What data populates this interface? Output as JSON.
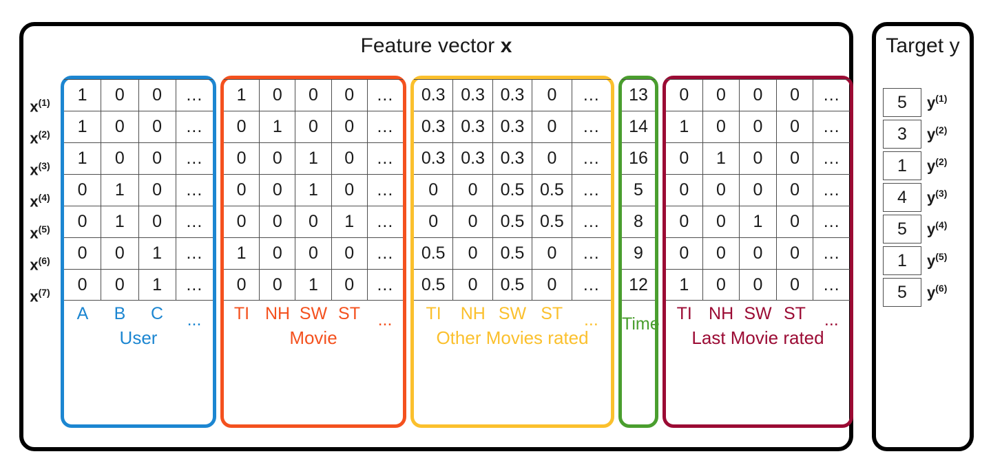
{
  "feature_panel": {
    "title_prefix": "Feature vector ",
    "title_symbol": "x"
  },
  "target_panel": {
    "title": "Target y"
  },
  "row_labels": [
    {
      "base": "x",
      "sup": "(1)"
    },
    {
      "base": "x",
      "sup": "(2)"
    },
    {
      "base": "x",
      "sup": "(3)"
    },
    {
      "base": "x",
      "sup": "(4)"
    },
    {
      "base": "x",
      "sup": "(5)"
    },
    {
      "base": "x",
      "sup": "(6)"
    },
    {
      "base": "x",
      "sup": "(7)"
    }
  ],
  "groups": [
    {
      "id": "user",
      "name": "User",
      "color": "#1c86d1",
      "codes": [
        "A",
        "B",
        "C",
        "..."
      ],
      "rows": [
        [
          "1",
          "0",
          "0",
          "..."
        ],
        [
          "1",
          "0",
          "0",
          "..."
        ],
        [
          "1",
          "0",
          "0",
          "..."
        ],
        [
          "0",
          "1",
          "0",
          "..."
        ],
        [
          "0",
          "1",
          "0",
          "..."
        ],
        [
          "0",
          "0",
          "1",
          "..."
        ],
        [
          "0",
          "0",
          "1",
          "..."
        ]
      ]
    },
    {
      "id": "movie",
      "name": "Movie",
      "color": "#f4511e",
      "codes": [
        "TI",
        "NH",
        "SW",
        "ST",
        "..."
      ],
      "rows": [
        [
          "1",
          "0",
          "0",
          "0",
          "..."
        ],
        [
          "0",
          "1",
          "0",
          "0",
          "..."
        ],
        [
          "0",
          "0",
          "1",
          "0",
          "..."
        ],
        [
          "0",
          "0",
          "1",
          "0",
          "..."
        ],
        [
          "0",
          "0",
          "0",
          "1",
          "..."
        ],
        [
          "1",
          "0",
          "0",
          "0",
          "..."
        ],
        [
          "0",
          "0",
          "1",
          "0",
          "..."
        ]
      ]
    },
    {
      "id": "other-movies",
      "name": "Other Movies rated",
      "color": "#fbc02d",
      "codes": [
        "TI",
        "NH",
        "SW",
        "ST",
        "..."
      ],
      "rows": [
        [
          "0.3",
          "0.3",
          "0.3",
          "0",
          "..."
        ],
        [
          "0.3",
          "0.3",
          "0.3",
          "0",
          "..."
        ],
        [
          "0.3",
          "0.3",
          "0.3",
          "0",
          "..."
        ],
        [
          "0",
          "0",
          "0.5",
          "0.5",
          "..."
        ],
        [
          "0",
          "0",
          "0.5",
          "0.5",
          "..."
        ],
        [
          "0.5",
          "0",
          "0.5",
          "0",
          "..."
        ],
        [
          "0.5",
          "0",
          "0.5",
          "0",
          "..."
        ]
      ]
    },
    {
      "id": "time",
      "name": "Time",
      "color": "#4a9e2e",
      "codes": [],
      "rows": [
        [
          "13"
        ],
        [
          "14"
        ],
        [
          "16"
        ],
        [
          "5"
        ],
        [
          "8"
        ],
        [
          "9"
        ],
        [
          "12"
        ]
      ]
    },
    {
      "id": "last-movie",
      "name": "Last Movie rated",
      "color": "#9b0b34",
      "codes": [
        "TI",
        "NH",
        "SW",
        "ST",
        "..."
      ],
      "rows": [
        [
          "0",
          "0",
          "0",
          "0",
          "..."
        ],
        [
          "1",
          "0",
          "0",
          "0",
          "..."
        ],
        [
          "0",
          "1",
          "0",
          "0",
          "..."
        ],
        [
          "0",
          "0",
          "0",
          "0",
          "..."
        ],
        [
          "0",
          "0",
          "1",
          "0",
          "..."
        ],
        [
          "0",
          "0",
          "0",
          "0",
          "..."
        ],
        [
          "1",
          "0",
          "0",
          "0",
          "..."
        ]
      ]
    }
  ],
  "targets": [
    {
      "value": "5",
      "label_base": "y",
      "label_sup": "(1)"
    },
    {
      "value": "3",
      "label_base": "y",
      "label_sup": "(2)"
    },
    {
      "value": "1",
      "label_base": "y",
      "label_sup": "(2)"
    },
    {
      "value": "4",
      "label_base": "y",
      "label_sup": "(3)"
    },
    {
      "value": "5",
      "label_base": "y",
      "label_sup": "(4)"
    },
    {
      "value": "1",
      "label_base": "y",
      "label_sup": "(5)"
    },
    {
      "value": "5",
      "label_base": "y",
      "label_sup": "(6)"
    }
  ]
}
